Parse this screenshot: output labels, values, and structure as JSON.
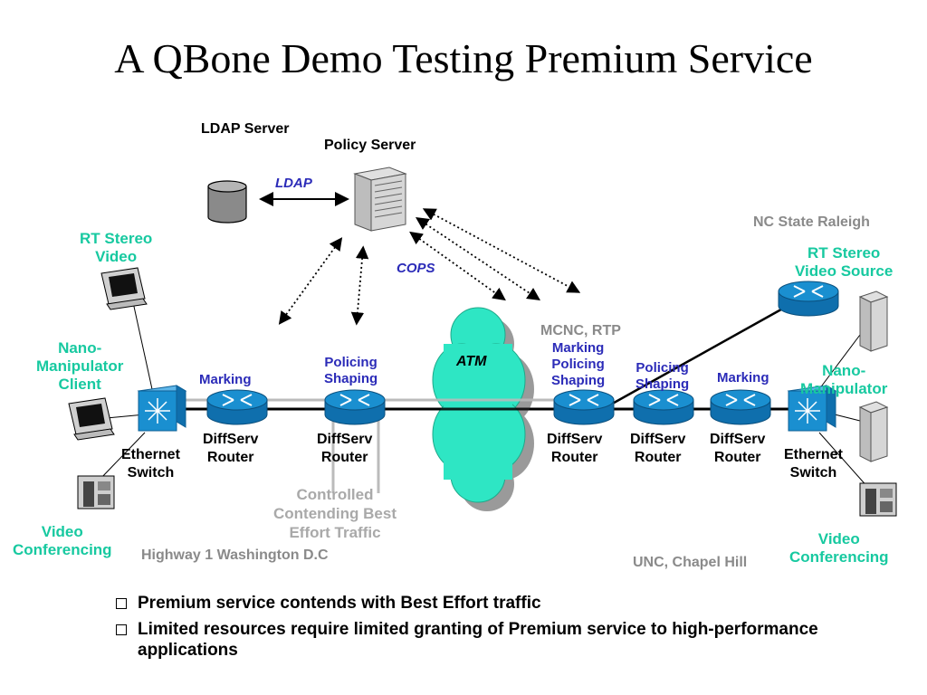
{
  "title": "A QBone Demo Testing Premium Service",
  "labels": {
    "ldap_server": "LDAP\nServer",
    "policy_server": "Policy Server",
    "ldap": "LDAP",
    "cops": "COPS",
    "atm": "ATM",
    "nc_state": "NC State Raleigh",
    "mcnc": "MCNC, RTP",
    "highway": "Highway 1 Washington D.C",
    "unc": "UNC, Chapel Hill",
    "rt_stereo_video": "RT Stereo\nVideo",
    "nano_client": "Nano-\nManipulator\nClient",
    "video_conf_left": "Video\nConferencing",
    "eth_switch_left": "Ethernet\nSwitch",
    "rt_stereo_source": "RT Stereo\nVideo Source",
    "nano_right": "Nano-\nManipulator",
    "eth_switch_right": "Ethernet\nSwitch",
    "video_conf_right": "Video\nConferencing",
    "router1_func": "Marking",
    "router2_func": "Policing\nShaping",
    "router3_func": "Marking\nPolicing\nShaping",
    "router4_func": "Policing\nShaping",
    "router5_func": "Marking",
    "router_name": "DiffServ\nRouter",
    "controlled": "Controlled\nContending Best\nEffort Traffic"
  },
  "bullets": [
    "Premium service contends with Best Effort traffic",
    "Limited resources require limited granting of Premium service to high-performance applications"
  ],
  "colors": {
    "teal": "#17c9a0",
    "blue": "#2b2bb8",
    "router": "#1a8fd0",
    "atm": "#2ee6c4"
  },
  "icons": {
    "database": "database-icon",
    "server": "server-icon",
    "router": "router-icon",
    "switch": "ethernet-switch-icon",
    "monitor": "monitor-icon",
    "phone": "phone-icon"
  }
}
